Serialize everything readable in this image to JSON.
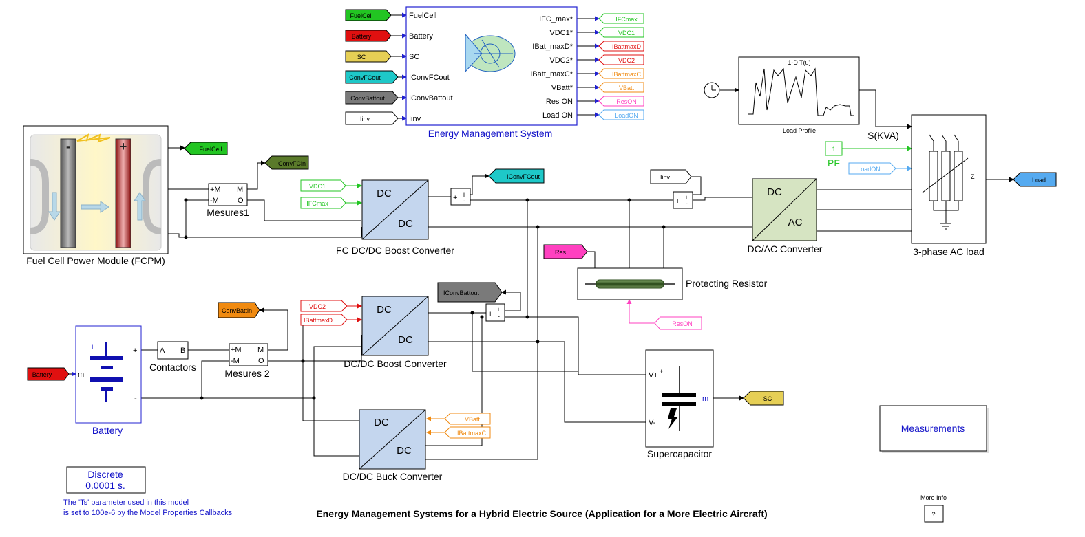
{
  "diagram_title": "Energy Management Systems for a Hybrid Electric Source (Application for a More Electric Aircraft)",
  "ems": {
    "caption": "Energy Management System",
    "inputs": [
      "FuelCell",
      "Battery",
      "SC",
      "IConvFCout",
      "IConvBattout",
      "Iinv"
    ],
    "outputs": [
      "IFC_max*",
      "VDC1*",
      "IBat_maxD*",
      "VDC2*",
      "IBatt_maxC*",
      "VBatt*",
      "Res ON",
      "Load ON"
    ],
    "input_tags": [
      "FuelCell",
      "Battery",
      "SC",
      "ConvFCout",
      "ConvBattout",
      "Iinv"
    ],
    "output_tags": [
      "IFCmax",
      "VDC1",
      "IBattmaxD",
      "VDC2",
      "IBattmaxC",
      "VBatt",
      "ResON",
      "LoadON"
    ]
  },
  "tags": {
    "fuelcell_out": "FuelCell",
    "convfcin": "ConvFCin",
    "vdc1": "VDC1",
    "ifcmax": "IFCmax",
    "iconvfcout": "IConvFCout",
    "iinv": "Iinv",
    "res": "Res",
    "iconvbattout": "IConvBattout",
    "convbattin": "ConvBattin",
    "vdc2": "VDC2",
    "ibattmaxd": "IBattmaxD",
    "battery_in": "Battery",
    "vbatt": "VBatt",
    "ibattmaxc": "IBattmaxC",
    "reson": "ResON",
    "sc_out": "SC",
    "loadon": "LoadON",
    "load": "Load"
  },
  "blocks": {
    "fcpm": "Fuel Cell Power Module (FCPM)",
    "mesures1": "Mesures1",
    "mesures2": "Mesures 2",
    "contactors": "Contactors",
    "fc_boost": "FC DC/DC Boost Converter",
    "dc_boost": "DC/DC Boost Converter",
    "dc_buck": "DC/DC Buck Converter",
    "dcac": "DC/AC Converter",
    "ac_load": "3-phase AC load",
    "resistor": "Protecting Resistor",
    "supercap": "Supercapacitor",
    "battery": "Battery",
    "load_profile": "Load Profile",
    "lookup_title": "1-D T(u)",
    "skva": "S(KVA)",
    "pf_value": "1",
    "pf_label": "PF",
    "measurements": "Measurements"
  },
  "block_text": {
    "dc": "DC",
    "ac": "AC",
    "plus_m": "+M",
    "minus_m": "-M",
    "m": "M",
    "o": "O",
    "a": "A",
    "b": "B",
    "vplus": "V+",
    "vminus": "V-",
    "m_port": "m",
    "z": "Z",
    "plus": "+",
    "minus": "-",
    "i": "i"
  },
  "solver": {
    "line1": "Discrete",
    "line2": "0.0001 s."
  },
  "note": {
    "line1": "The 'Ts' parameter used in this model",
    "line2": "is set to 100e-6  by the Model Properties Callbacks"
  },
  "more_info": {
    "label": "More Info",
    "button": "?"
  },
  "colors": {
    "green_tag": "#22c522",
    "red_tag": "#e01010",
    "yellow_tag": "#e6cf55",
    "cyan_tag": "#1ec8c8",
    "gray_tag": "#7a7a7a",
    "olive_tag": "#5a7a2a",
    "orange_tag": "#f08a10",
    "magenta_tag": "#ff40c0",
    "blue_tag": "#55aaf0",
    "converter_fill": "#c4d6ee",
    "dcac_fill": "#d6e4c2"
  }
}
